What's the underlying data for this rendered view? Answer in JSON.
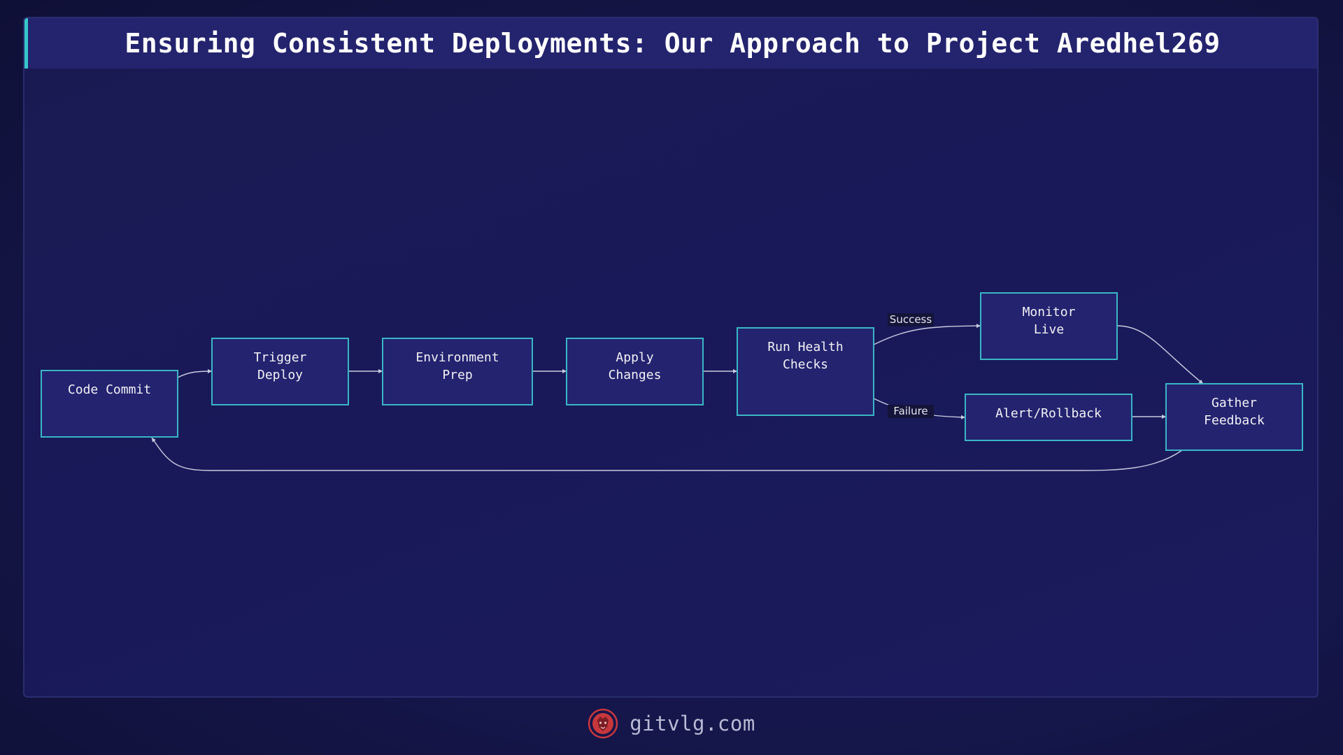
{
  "title": "Ensuring Consistent Deployments: Our Approach to Project Aredhel269",
  "footer": {
    "site": "gitvlg.com",
    "logo_icon": "lion-head-icon"
  },
  "colors": {
    "background": "#15164a",
    "title_bar": "#23236e",
    "title_accent": "#38c6c9",
    "node_fill": "#24236f",
    "node_border": "#3ab6c6",
    "edge": "#c9cbe0",
    "logo": "#c8373d"
  },
  "diagram": {
    "nodes": [
      {
        "id": "code-commit",
        "lines": [
          "Code Commit"
        ]
      },
      {
        "id": "trigger-deploy",
        "lines": [
          "Trigger",
          "Deploy"
        ]
      },
      {
        "id": "environment-prep",
        "lines": [
          "Environment",
          "Prep"
        ]
      },
      {
        "id": "apply-changes",
        "lines": [
          "Apply",
          "Changes"
        ]
      },
      {
        "id": "run-health-checks",
        "lines": [
          "Run Health",
          "Checks"
        ]
      },
      {
        "id": "monitor-live",
        "lines": [
          "Monitor",
          "Live"
        ]
      },
      {
        "id": "alert-rollback",
        "lines": [
          "Alert/Rollback"
        ]
      },
      {
        "id": "gather-feedback",
        "lines": [
          "Gather",
          "Feedback"
        ]
      }
    ],
    "edges": [
      {
        "from": "code-commit",
        "to": "trigger-deploy",
        "label": ""
      },
      {
        "from": "trigger-deploy",
        "to": "environment-prep",
        "label": ""
      },
      {
        "from": "environment-prep",
        "to": "apply-changes",
        "label": ""
      },
      {
        "from": "apply-changes",
        "to": "run-health-checks",
        "label": ""
      },
      {
        "from": "run-health-checks",
        "to": "monitor-live",
        "label": "Success"
      },
      {
        "from": "run-health-checks",
        "to": "alert-rollback",
        "label": "Failure"
      },
      {
        "from": "monitor-live",
        "to": "gather-feedback",
        "label": ""
      },
      {
        "from": "alert-rollback",
        "to": "gather-feedback",
        "label": ""
      },
      {
        "from": "gather-feedback",
        "to": "code-commit",
        "label": ""
      }
    ]
  }
}
